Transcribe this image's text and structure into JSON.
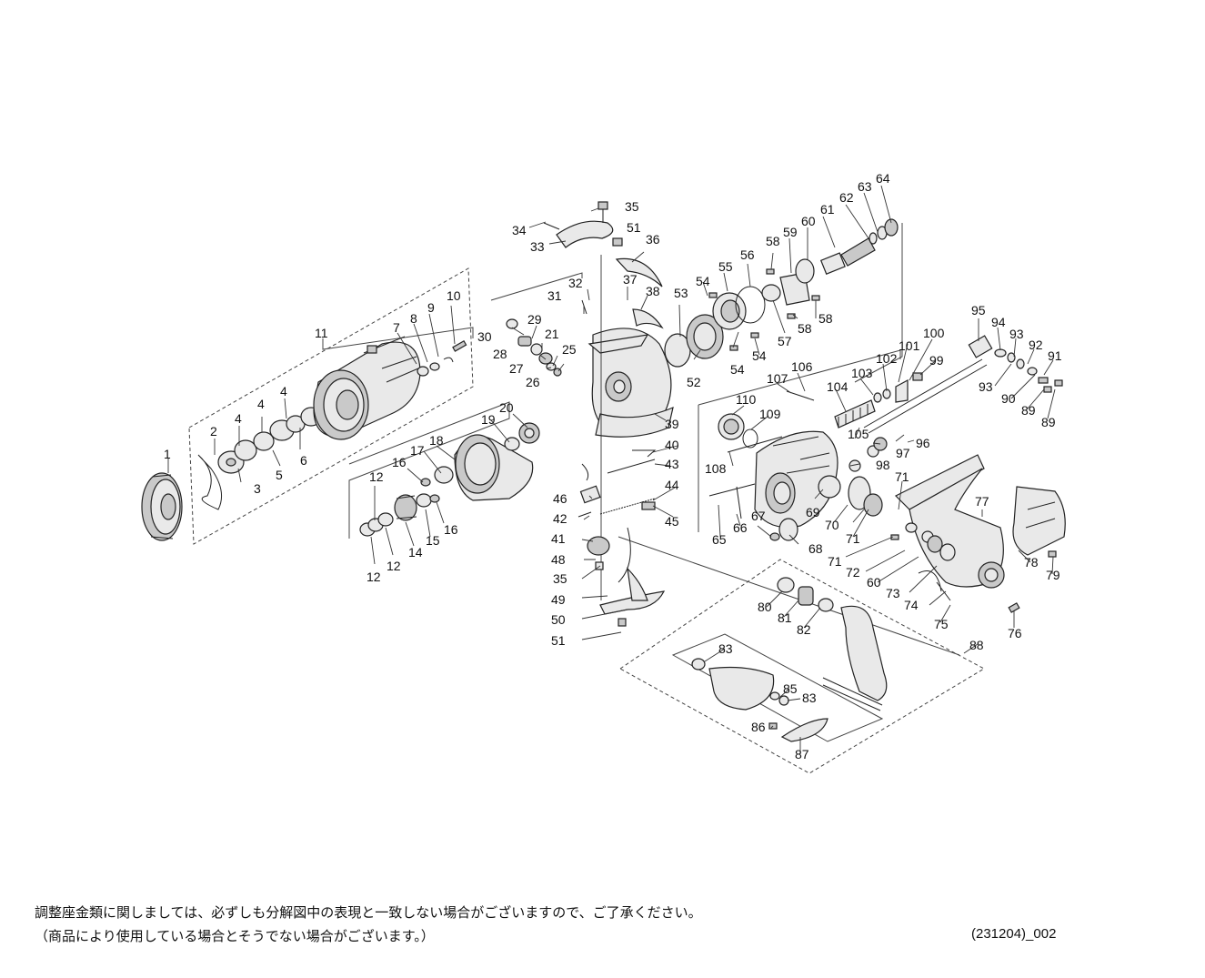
{
  "diagram": {
    "part_labels": [
      "1",
      "2",
      "3",
      "4",
      "5",
      "6",
      "7",
      "8",
      "9",
      "10",
      "11",
      "12",
      "14",
      "15",
      "16",
      "17",
      "18",
      "19",
      "20",
      "21",
      "25",
      "26",
      "27",
      "28",
      "29",
      "30",
      "31",
      "32",
      "33",
      "34",
      "35",
      "36",
      "37",
      "38",
      "39",
      "40",
      "41",
      "42",
      "43",
      "44",
      "45",
      "46",
      "48",
      "49",
      "50",
      "51",
      "52",
      "53",
      "54",
      "55",
      "56",
      "57",
      "58",
      "59",
      "60",
      "61",
      "62",
      "63",
      "64",
      "65",
      "66",
      "67",
      "68",
      "69",
      "70",
      "71",
      "72",
      "73",
      "74",
      "75",
      "76",
      "77",
      "78",
      "79",
      "80",
      "81",
      "82",
      "83",
      "85",
      "86",
      "87",
      "88",
      "89",
      "90",
      "91",
      "92",
      "93",
      "94",
      "95",
      "96",
      "97",
      "98",
      "99",
      "100",
      "101",
      "102",
      "103",
      "104",
      "105",
      "106",
      "107",
      "108",
      "109",
      "110"
    ]
  },
  "notes": {
    "line1": "調整座金類に関しましては、必ずしも分解図中の表現と一致しない場合がございますので、ご了承ください。",
    "line2": "（商品により使用している場合とそうでない場合がございます。）"
  },
  "revision_code": "(231204)_002"
}
